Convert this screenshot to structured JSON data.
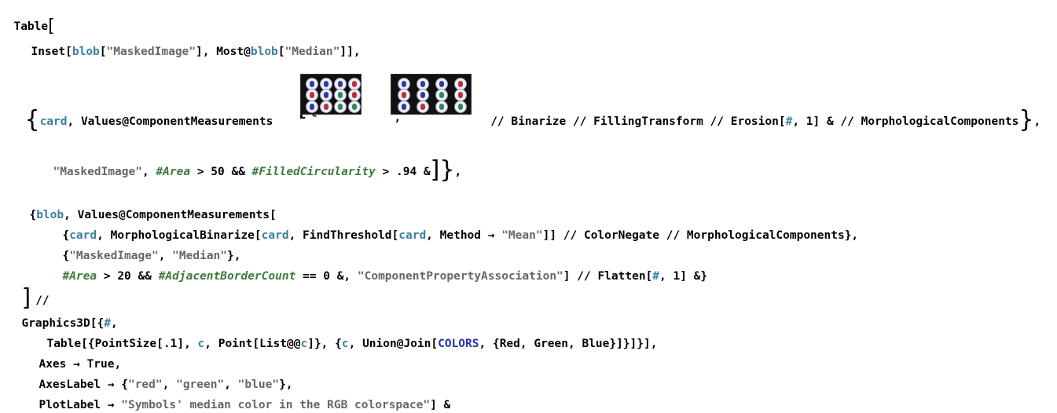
{
  "lines": {
    "l1": {
      "kw": "Table"
    },
    "l2": {
      "a": "Inset[",
      "b": "blob",
      "c": "[",
      "d": "\"MaskedImage\"",
      "e": "], Most@",
      "f": "blob",
      "g": "[",
      "h": "\"Median\"",
      "i": "]],"
    },
    "l3": {
      "a": "card",
      "b": ", Values@ComponentMeasurements",
      "comma": ",",
      "c": " // Binarize // FillingTransform // Erosion[",
      "d": "#",
      "e": ", 1] & // MorphologicalComponents",
      "f": ","
    },
    "l4": {
      "a": "\"MaskedImage\"",
      "b": ", ",
      "c": "#Area",
      "d": " > 50 && ",
      "e": "#FilledCircularity",
      "f": " > .94 &",
      "g": ","
    },
    "l5": {
      "a": "{",
      "b": "blob",
      "c": ", Values@ComponentMeasurements["
    },
    "l6": {
      "a": "{",
      "b": "card",
      "c": ", MorphologicalBinarize[",
      "d": "card",
      "e": ", FindThreshold[",
      "f": "card",
      "g": ", Method → ",
      "h": "\"Mean\"",
      "i": "]] // ColorNegate // MorphologicalComponents},"
    },
    "l7": {
      "a": "{",
      "b": "\"MaskedImage\"",
      "c": ", ",
      "d": "\"Median\"",
      "e": "},"
    },
    "l8": {
      "a": "#Area",
      "b": " > 20 && ",
      "c": "#AdjacentBorderCount",
      "d": " == 0 &, ",
      "e": "\"ComponentPropertyAssociation\"",
      "f": "] // Flatten[",
      "g": "#",
      "h": ", 1] &}"
    },
    "l9": {
      "a": "//"
    },
    "l10": {
      "a": "Graphics3D[{",
      "b": "#",
      "c": ","
    },
    "l11": {
      "a": "Table[{PointSize[.1], ",
      "b": "c",
      "c": ", Point[List@@",
      "d": "c",
      "e": "]}, {",
      "f": "c",
      "g": ", Union@Join[",
      "h": "COLORS",
      "i": ", {Red, Green, Blue}]}]}],"
    },
    "l12": {
      "a": "Axes → True,"
    },
    "l13": {
      "a": "AxesLabel → {",
      "b": "\"red\"",
      "c": ", ",
      "d": "\"green\"",
      "e": ", ",
      "f": "\"blue\"",
      "g": "},"
    },
    "l14": {
      "a": "PlotLabel → ",
      "b": "\"Symbols' median color in the RGB colorspace\"",
      "c": "] &"
    }
  },
  "colors": {
    "string": "#666666",
    "variable": "#3a7fa0",
    "slot": "#3d7a3d",
    "text": "#000000"
  }
}
